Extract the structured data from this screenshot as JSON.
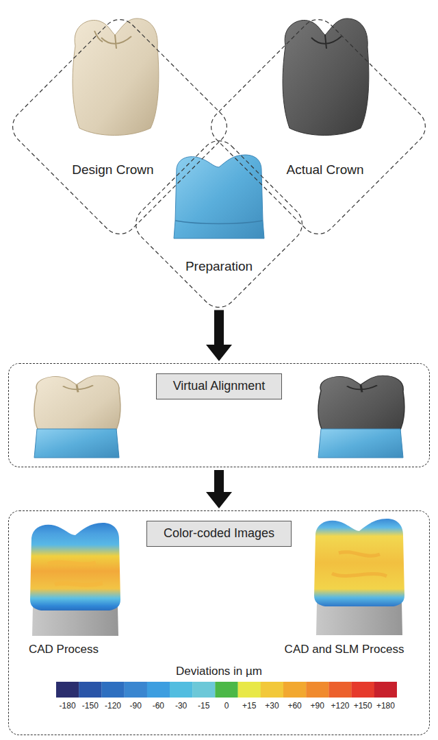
{
  "diagram": {
    "nodes": [
      {
        "text": [
          "Design Crown"
        ]
      },
      {
        "text": [
          "Actual Crown"
        ]
      },
      {
        "text": [
          "Preparation"
        ]
      },
      {
        "text": [
          "Virtual Alignment"
        ]
      },
      {
        "text": [
          "Color-coded Images"
        ]
      }
    ],
    "edges": [
      {
        "from": 2,
        "to": 3,
        "arrow": "to"
      },
      {
        "from": 3,
        "to": 4,
        "arrow": "to"
      }
    ],
    "labels": [
      "CAD Process",
      "CAD and SLM Process",
      "Deviations in µm",
      "-180",
      "-150",
      "-120",
      "-90",
      "-60",
      "-30",
      "-15",
      "0",
      "+15",
      "+30",
      "+60",
      "+90",
      "+120",
      "+150",
      "+180"
    ]
  }
}
